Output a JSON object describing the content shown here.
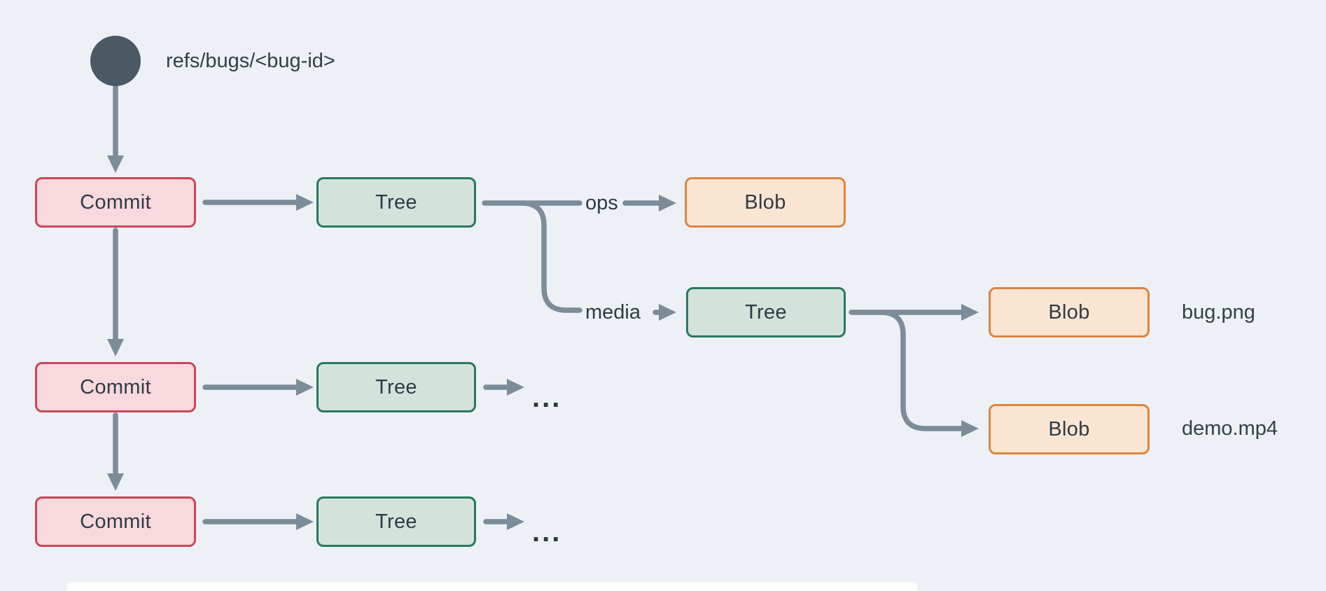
{
  "colors": {
    "background": "#edf1f5",
    "connector": "#7d8c99",
    "ref_circle": "#4a5964",
    "text": "#2e3b46",
    "commit_fill": "#f8d9dd",
    "commit_border": "#cc4659",
    "tree_fill": "#d3e3db",
    "tree_border": "#27795f",
    "blob_fill": "#fae5d3",
    "blob_border": "#de853e"
  },
  "diagram": {
    "ref_label": "refs/bugs/<bug-id>",
    "nodes": {
      "commit1": {
        "label": "Commit"
      },
      "commit2": {
        "label": "Commit"
      },
      "commit3": {
        "label": "Commit"
      },
      "tree1": {
        "label": "Tree"
      },
      "tree_media": {
        "label": "Tree"
      },
      "tree2": {
        "label": "Tree"
      },
      "tree3": {
        "label": "Tree"
      },
      "blob_ops": {
        "label": "Blob"
      },
      "blob_bug": {
        "label": "Blob"
      },
      "blob_demo": {
        "label": "Blob"
      }
    },
    "edge_labels": {
      "ops": "ops",
      "media": "media"
    },
    "file_labels": {
      "bug": "bug.png",
      "demo": "demo.mp4"
    },
    "ellipsis": "..."
  }
}
